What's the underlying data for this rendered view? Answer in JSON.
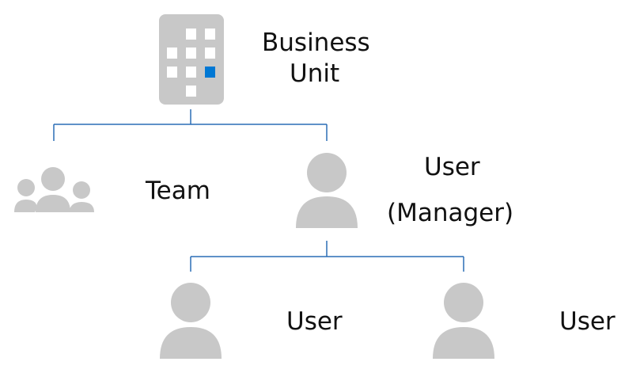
{
  "nodes": {
    "business_unit": {
      "line1": "Business",
      "line2": "Unit"
    },
    "team": {
      "label": "Team"
    },
    "manager": {
      "line1": "User",
      "line2": "(Manager)"
    },
    "user_left": {
      "label": "User"
    },
    "user_right": {
      "label": "User"
    }
  },
  "colors": {
    "connector": "#2a6db5",
    "icon_gray": "#c8c8c8",
    "accent": "#0078d4"
  },
  "icons": {
    "business_unit": "building-icon",
    "team": "team-icon",
    "user": "user-icon"
  }
}
